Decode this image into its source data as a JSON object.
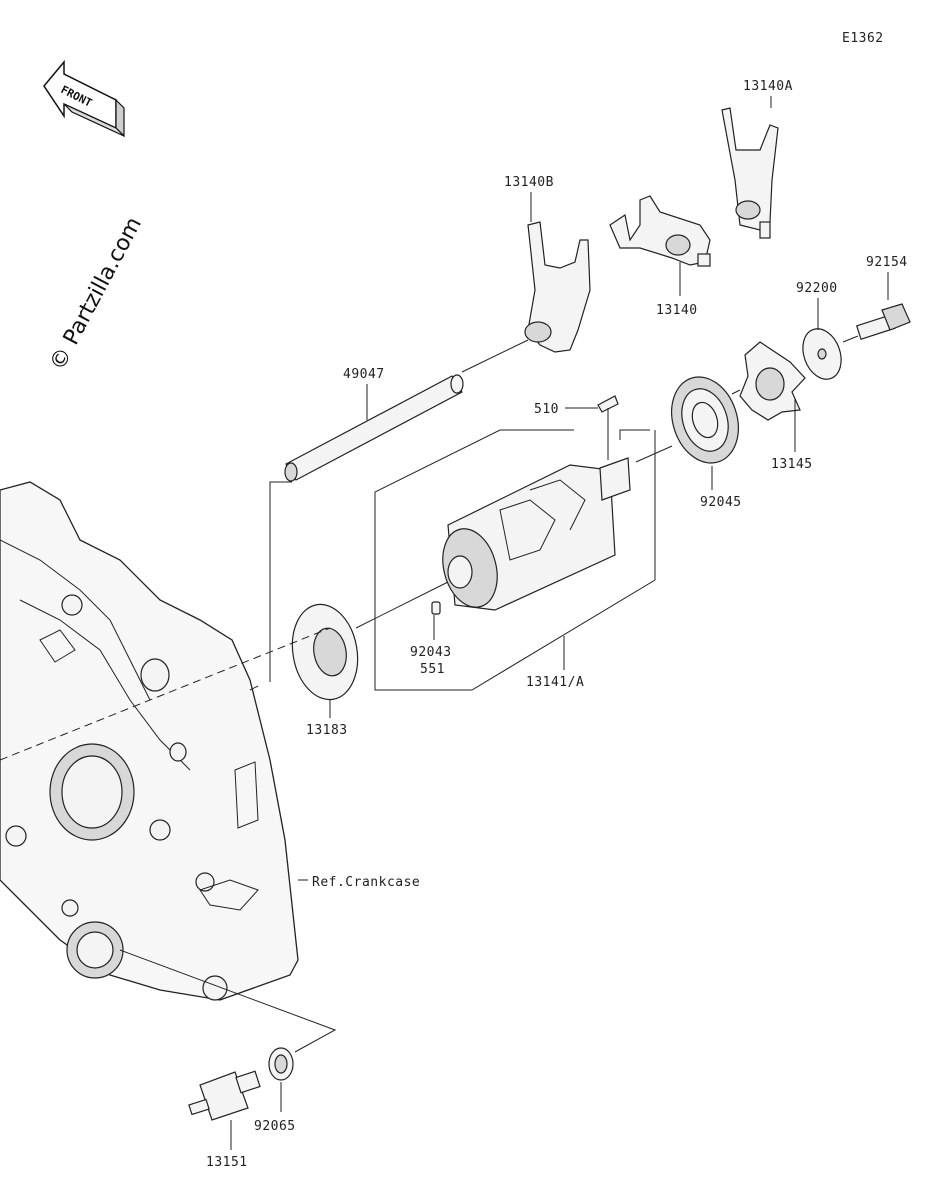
{
  "diagram_code": "E1362",
  "watermark": "© Partzilla.com",
  "front_label": "FRONT",
  "parts": {
    "p13140A": "13140A",
    "p13140B": "13140B",
    "p13140": "13140",
    "p92154": "92154",
    "p92200": "92200",
    "p49047": "49047",
    "p510": "510",
    "p13145": "13145",
    "p92045": "92045",
    "p92043": "92043",
    "p551": "551",
    "p13141A": "13141/A",
    "p13183": "13183",
    "ref_crankcase": "Ref.Crankcase",
    "p92065": "92065",
    "p13151": "13151"
  }
}
